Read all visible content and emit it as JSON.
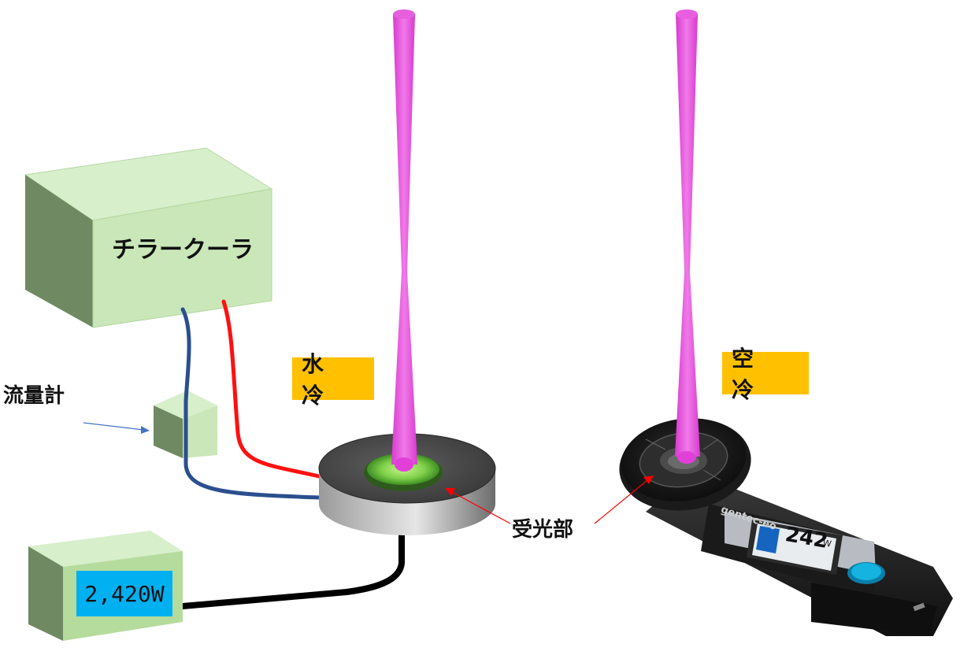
{
  "labels": {
    "chiller": "チラークーラ",
    "flowmeter": "流量計",
    "water_cooled": "水 冷",
    "air_cooled": "空 冷",
    "receiver": "受光部",
    "display_value": "2,420W"
  },
  "handheld": {
    "brand": "gentec-eo",
    "screen_value": "242",
    "screen_unit": "W"
  },
  "colors": {
    "box_fill": "#c9e7b8",
    "label_bg": "#ffc000",
    "display_bg": "#00b0f0",
    "beam": "#e040d8",
    "water_in": "#2b4f8e",
    "water_out": "#ff0000",
    "cable": "#000000"
  }
}
